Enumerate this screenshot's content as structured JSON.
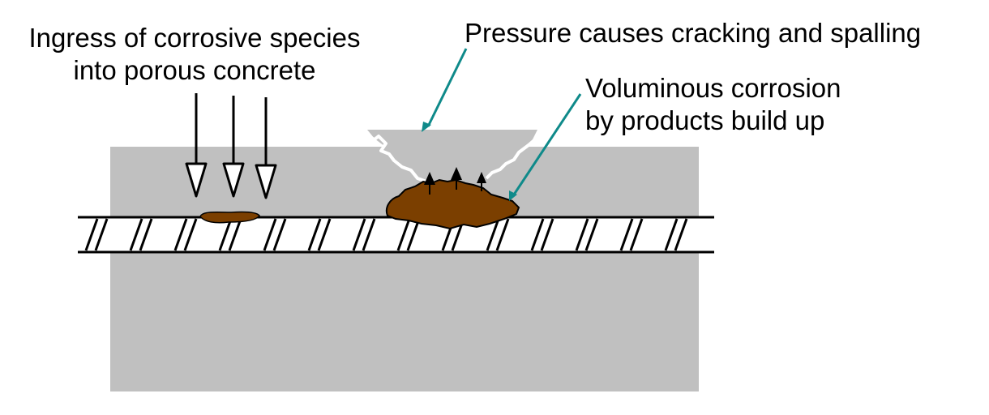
{
  "labels": {
    "ingress_line1": "Ingress of corrosive species",
    "ingress_line2": "into porous concrete",
    "pressure": "Pressure causes cracking and spalling",
    "voluminous_line1": "Voluminous corrosion",
    "voluminous_line2": "by products build up"
  },
  "colors": {
    "background": "#ffffff",
    "concrete": "#c0c0c0",
    "rust": "#7b3f00",
    "leader_line": "#0f8a8a",
    "outline": "#000000",
    "crack": "#ffffff"
  }
}
